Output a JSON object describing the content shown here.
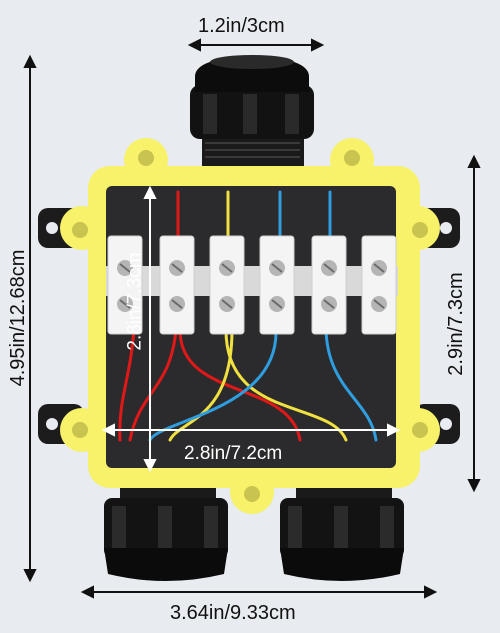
{
  "dimensions": {
    "top_width": "1.2in/3cm",
    "left_height": "4.95in/12.68cm",
    "right_height": "2.9in/7.3cm",
    "inner_width": "2.8in/7.2cm",
    "inner_height": "2.8in/7.3cm",
    "bottom_width": "3.64in/9.33cm"
  },
  "colors": {
    "housing": "#f7f26a",
    "cavity": "#2b2b2d",
    "gland": "#111111",
    "terminal": "#f4f4f4",
    "wire_red": "#e01818",
    "wire_yellow": "#f0e040",
    "wire_blue": "#2e9ee0"
  }
}
